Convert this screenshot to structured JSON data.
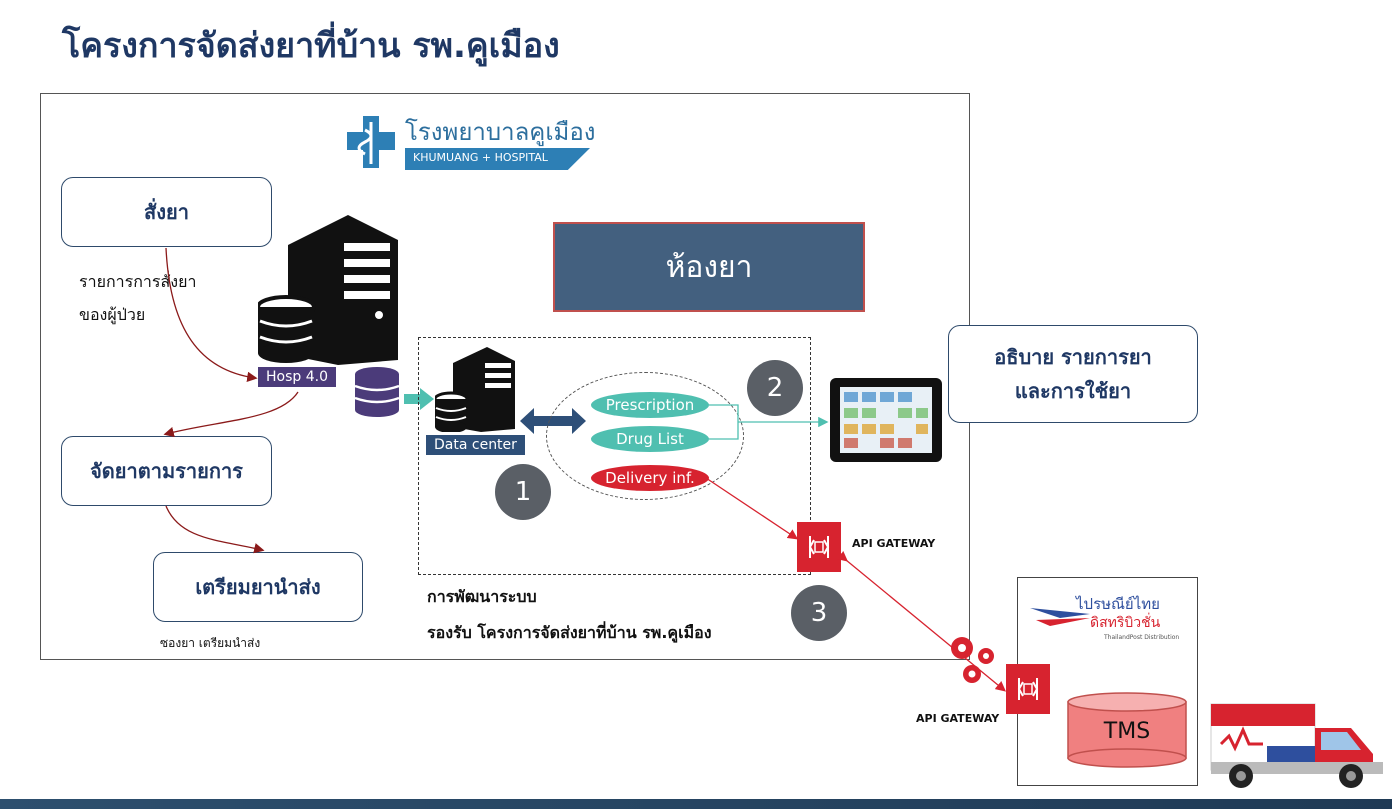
{
  "title": "โครงการจัดส่งยาที่บ้าน รพ.คูเมือง",
  "hospital_logo": {
    "name_th": "โรงพยาบาลคูเมือง",
    "name_en": "KHUMUANG + HOSPITAL"
  },
  "steps": {
    "order": "สั่งยา",
    "order_note_line1": "รายการการสั่งยา",
    "order_note_line2": "ของผู้ป่วย",
    "dispense": "จัดยาตามรายการ",
    "prepare": "เตรียมยานำส่ง",
    "prepare_note": "ซองยา เตรียมนำส่ง"
  },
  "system": {
    "hosp": "Hosp 4.0",
    "data_center": "Data center",
    "pharmacy": "ห้องยา",
    "prescription": "Prescription",
    "drug_list": "Drug List",
    "delivery": "Delivery inf.",
    "dev_line1": "การพัฒนาระบบ",
    "dev_line2": "รองรับ โครงการจัดส่งยาที่บ้าน รพ.คูเมือง"
  },
  "explain": {
    "line1": "อธิบาย รายการยา",
    "line2": "และการใช้ยา"
  },
  "numbers": [
    "1",
    "2",
    "3"
  ],
  "api": {
    "label_top": "API GATEWAY",
    "label_bottom": "API GATEWAY"
  },
  "post": {
    "name_th_1": "ไปรษณีย์ไทย",
    "name_th_2": "ดิสทริบิวชั่น",
    "name_en": "ThailandPost Distribution",
    "tms": "TMS"
  },
  "colors": {
    "title": "#1f3864",
    "teal": "#4fbfb0",
    "red": "#d7232f",
    "pharmacy": "#43607f",
    "arrow": "#8b1a1a"
  }
}
